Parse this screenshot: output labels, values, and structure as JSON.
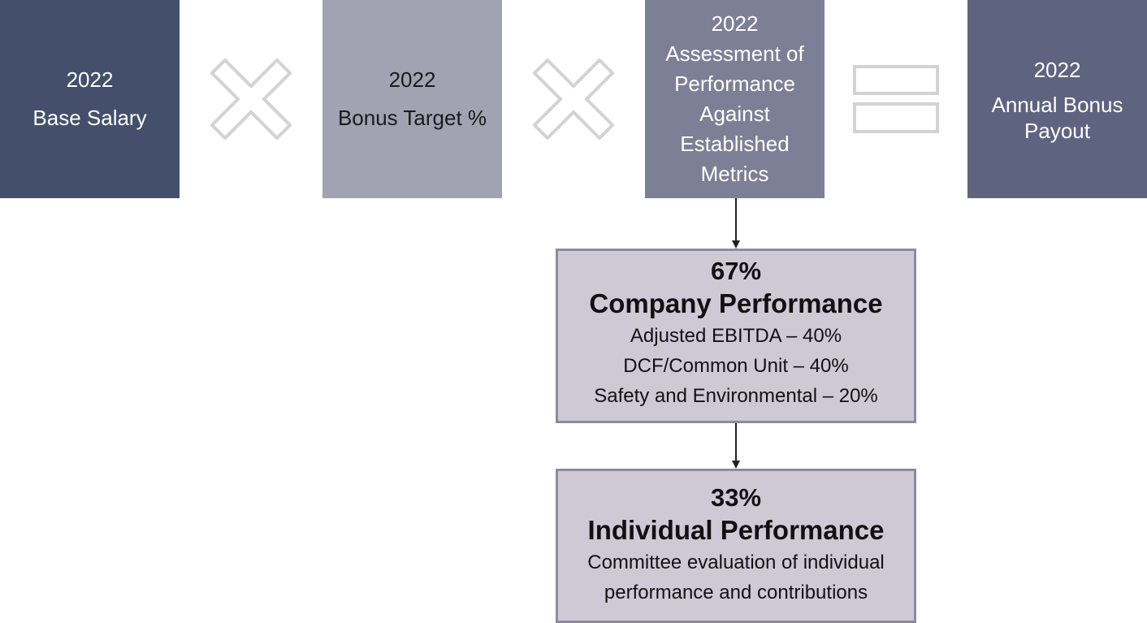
{
  "formula": {
    "base_salary": {
      "year": "2022",
      "label": "Base Salary"
    },
    "bonus_target": {
      "year": "2022",
      "label": "Bonus Target %"
    },
    "assessment": {
      "year": "2022",
      "lines": [
        "Assessment of",
        "Performance",
        "Against",
        "Established",
        "Metrics"
      ]
    },
    "payout": {
      "year": "2022",
      "lines": [
        "Annual Bonus",
        "Payout"
      ]
    }
  },
  "company_performance": {
    "percent": "67%",
    "title": "Company Performance",
    "items": [
      "Adjusted EBITDA – 40%",
      "DCF/Common Unit – 40%",
      "Safety and Environmental – 20%"
    ]
  },
  "individual_performance": {
    "percent": "33%",
    "title": "Individual Performance",
    "lines": [
      "Committee evaluation of individual",
      "performance and contributions"
    ]
  },
  "colors": {
    "base_salary_fill": "#434f6b",
    "bonus_target_fill": "#a3a2b3",
    "assessment_fill": "#7d7f96",
    "payout_fill": "#5e6480",
    "detail_fill": "#cdcad6",
    "detail_border": "#8c8a9c",
    "operator_stroke": "#d3d3d3"
  }
}
